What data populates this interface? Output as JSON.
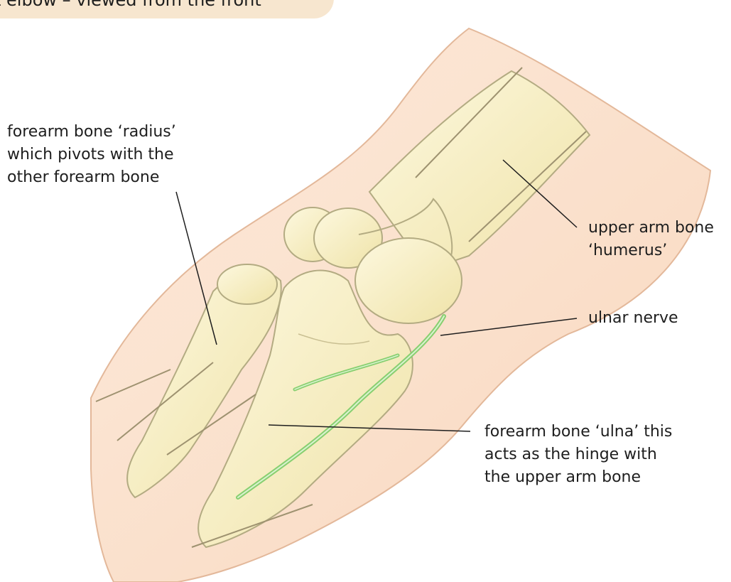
{
  "title": "t elbow – viewed from the front",
  "labels": {
    "radius": [
      "forearm bone ‘radius’",
      "which pivots with the",
      "other forearm bone"
    ],
    "humerus": [
      "upper arm bone",
      "‘humerus’"
    ],
    "ulnar_nerve": [
      "ulnar nerve"
    ],
    "ulna": [
      "forearm bone ‘ulna’ this",
      "acts as the hinge with",
      "the upper arm bone"
    ]
  },
  "colors": {
    "skin": "#fbe1cc",
    "skin_outline": "#e3b89a",
    "bone": "#f9f0c4",
    "bone_outline": "#b3ab82",
    "nerve": "#88cf70",
    "title_bg": "#f7e6cf"
  }
}
